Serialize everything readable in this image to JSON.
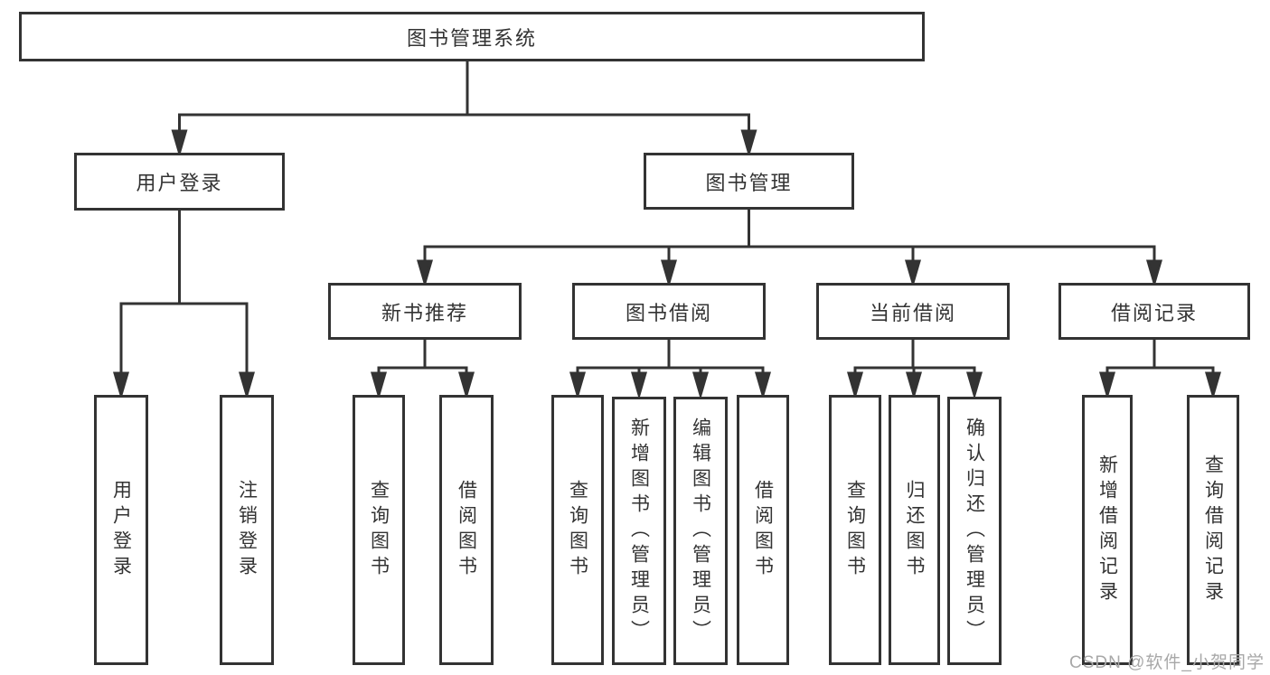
{
  "diagram": {
    "root": {
      "label": "图书管理系统"
    },
    "branches": [
      {
        "label": "用户登录",
        "children": [
          "用户登录",
          "注销登录"
        ]
      },
      {
        "label": "图书管理",
        "sections": [
          {
            "label": "新书推荐",
            "children": [
              "查询图书",
              "借阅图书"
            ]
          },
          {
            "label": "图书借阅",
            "children": [
              "查询图书",
              "新增图书（管理员）",
              "编辑图书（管理员）",
              "借阅图书"
            ]
          },
          {
            "label": "当前借阅",
            "children": [
              "查询图书",
              "归还图书",
              "确认归还（管理员）"
            ]
          },
          {
            "label": "借阅记录",
            "children": [
              "新增借阅记录",
              "查询借阅记录"
            ]
          }
        ]
      }
    ]
  },
  "watermark": {
    "text": "CSDN @软件_小贺同学"
  },
  "colors": {
    "line": "#333333",
    "text": "#333333",
    "watermark": "#a8a8a8",
    "background": "#ffffff"
  }
}
